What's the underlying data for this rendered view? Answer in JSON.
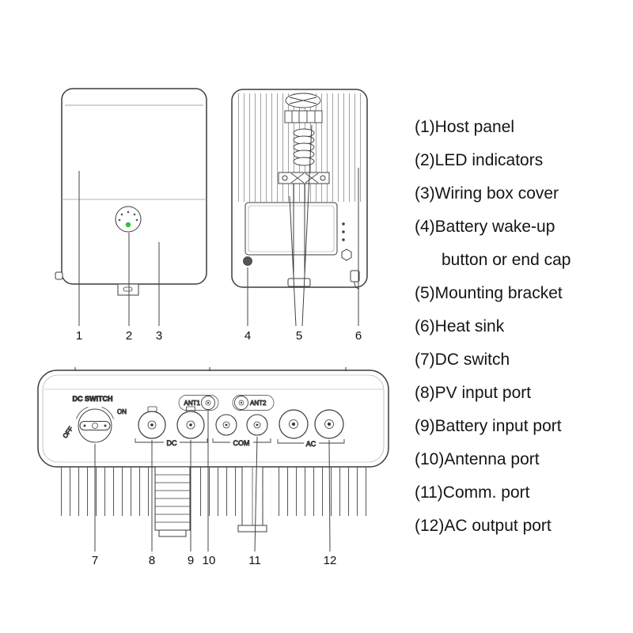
{
  "title": "Inverter parts overview diagram",
  "colors": {
    "line": "#3c3c3c",
    "detail": "#777777",
    "text": "#151515",
    "led_green": "#2fbf3a"
  },
  "legend": {
    "items": [
      {
        "label": "(1)Host panel"
      },
      {
        "label": "(2)LED indicators"
      },
      {
        "label": "(3)Wiring box cover"
      },
      {
        "label": "(4)Battery wake-up",
        "label2": "button or end cap"
      },
      {
        "label": "(5)Mounting bracket"
      },
      {
        "label": "(6)Heat sink"
      },
      {
        "label": "(7)DC switch"
      },
      {
        "label": "(8)PV input port"
      },
      {
        "label": "(9)Battery input port"
      },
      {
        "label": "(10)Antenna port"
      },
      {
        "label": "(11)Comm. port"
      },
      {
        "label": "(12)AC output port"
      }
    ]
  },
  "front_view": {
    "callouts": [
      "1",
      "2",
      "3"
    ]
  },
  "back_view": {
    "callouts": [
      "4",
      "5",
      "6"
    ]
  },
  "bottom_view": {
    "callouts": [
      "7",
      "8",
      "9",
      "10",
      "11",
      "12"
    ],
    "labels": {
      "dc_switch": "DC SWITCH",
      "on": "ON",
      "off": "OFF",
      "ant1": "ANT1",
      "ant2": "ANT2",
      "dc": "DC",
      "com": "COM",
      "ac": "AC"
    }
  }
}
